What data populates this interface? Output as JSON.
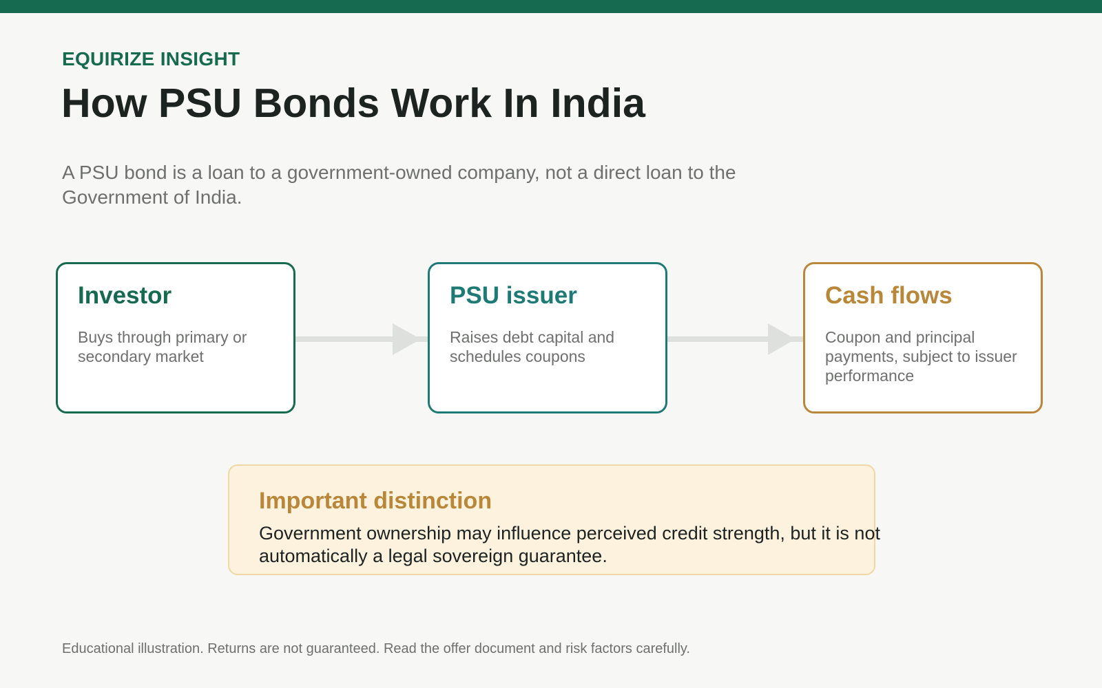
{
  "header": {
    "eyebrow": "EQUIRIZE INSIGHT",
    "title": "How PSU Bonds Work In India",
    "subtitle": "A PSU bond is a loan to a government-owned company, not a direct loan to the Government of India."
  },
  "flow": {
    "steps": [
      {
        "title": "Investor",
        "description": "Buys through primary or secondary market",
        "color": "#166a4f"
      },
      {
        "title": "PSU issuer",
        "description": "Raises debt capital and schedules coupons",
        "color": "#1e7a75"
      },
      {
        "title": "Cash flows",
        "description": "Coupon and principal payments, subject to issuer performance",
        "color": "#b8873a"
      }
    ],
    "connector_color": "#dde0dc"
  },
  "callout": {
    "title": "Important distinction",
    "text": "Government ownership may influence perceived credit strength, but it is not automatically a legal sovereign guarantee."
  },
  "footer": {
    "disclaimer": "Educational illustration. Returns are not guaranteed. Read the offer document and risk factors carefully."
  },
  "colors": {
    "brand_green": "#166a4f",
    "teal": "#1e7a75",
    "gold": "#b8873a",
    "background": "#f7f7f5",
    "callout_background": "#fdf2de"
  }
}
